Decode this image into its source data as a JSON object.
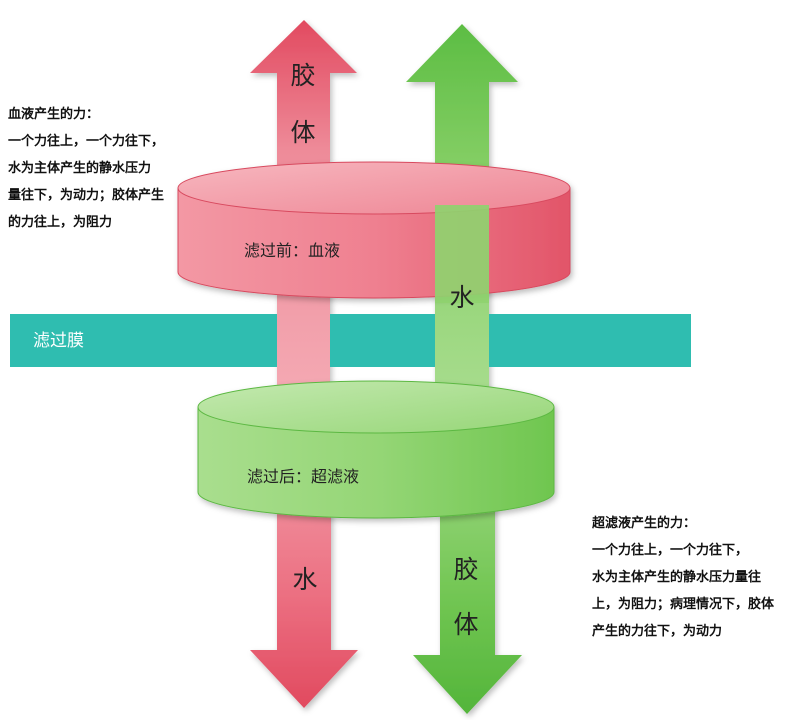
{
  "colors": {
    "red_arrow": "#e65a6e",
    "green_arrow": "#5fbf46",
    "red_cylinder": "#f07c8c",
    "green_cylinder": "#8fd46a",
    "membrane": "#2fbdb0"
  },
  "membrane_label": "滤过膜",
  "before_cylinder_label": "滤过前：血液",
  "after_cylinder_label": "滤过后：超滤液",
  "arrows": {
    "red_up_colloid": [
      "胶",
      "体"
    ],
    "green_up_water": "水",
    "red_down_water": "水",
    "green_down_colloid": [
      "胶",
      "体"
    ]
  },
  "note_left": {
    "lines": [
      "血液产生的力：",
      "一个力往上，一个力往下，",
      "水为主体产生的静水压力",
      "量往下，为动力；胶体产生",
      "的力往上，为阻力"
    ]
  },
  "note_right": {
    "lines": [
      "超滤液产生的力：",
      "一个力往上，一个力往下，",
      "水为主体产生的静水压力量往",
      "上，为阻力；病理情况下，胶体",
      "产生的力往下，为动力"
    ]
  }
}
